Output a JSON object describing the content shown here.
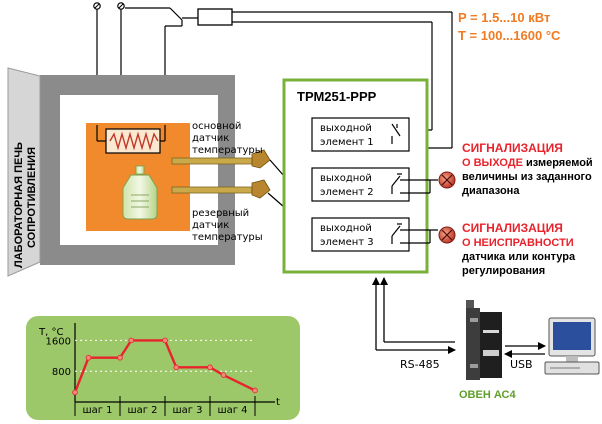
{
  "furnace": {
    "label_line1": "ЛАБОРАТОРНАЯ ПЕЧЬ",
    "label_line2": "СОПРОТИВЛЕНИЯ"
  },
  "power_spec": {
    "power": "P = 1.5...10 кВт",
    "temperature": "T = 100...1600 °C"
  },
  "sensors": {
    "main": [
      "основной",
      "датчик",
      "температуры"
    ],
    "backup": [
      "резервный",
      "датчик",
      "температуры"
    ]
  },
  "controller": {
    "title": "ТРМ251-РРР",
    "outputs": [
      {
        "line1": "выходной",
        "line2": "элемент 1"
      },
      {
        "line1": "выходной",
        "line2": "элемент 2"
      },
      {
        "line1": "выходной",
        "line2": "элемент 3"
      }
    ]
  },
  "alarms": [
    {
      "heading": "СИГНАЛИЗАЦИЯ",
      "line2_bold": "О ВЫХОДЕ",
      "line2_rest": " измеряемой",
      "line3": "величины из заданного",
      "line4": "диапазона"
    },
    {
      "heading": "СИГНАЛИЗАЦИЯ",
      "line2_bold": "О НЕИСПРАВНОСТИ",
      "line2_rest": "",
      "line3": "датчика или контура",
      "line4": "регулирования"
    }
  ],
  "comms": {
    "rs485": "RS-485",
    "usb": "USB",
    "converter": "ОВЕН АС4"
  },
  "chart_data": {
    "type": "line",
    "ylabel": "T, °C",
    "xlabel": "t",
    "yticks": [
      "1600",
      "800"
    ],
    "steps": [
      "шаг 1",
      "шаг 2",
      "шаг 3",
      "шаг 4"
    ],
    "series": [
      {
        "values": [
          250,
          1150,
          1150,
          1600,
          1600,
          900,
          900,
          700,
          300
        ]
      }
    ],
    "x": [
      0.0,
      0.3,
      1.0,
      1.25,
      2.0,
      2.25,
      3.0,
      3.3,
      4.0
    ],
    "ylim": [
      0,
      2000
    ],
    "colors": {
      "line": "#e8232c",
      "marker": "#f08a7a"
    }
  },
  "colors": {
    "accent_green": "#7ab13a",
    "red_text": "#e8232c",
    "orange": "#f07b22",
    "furnace_gray": "#8b8b8b",
    "chart_bg": "#9cc86a"
  }
}
